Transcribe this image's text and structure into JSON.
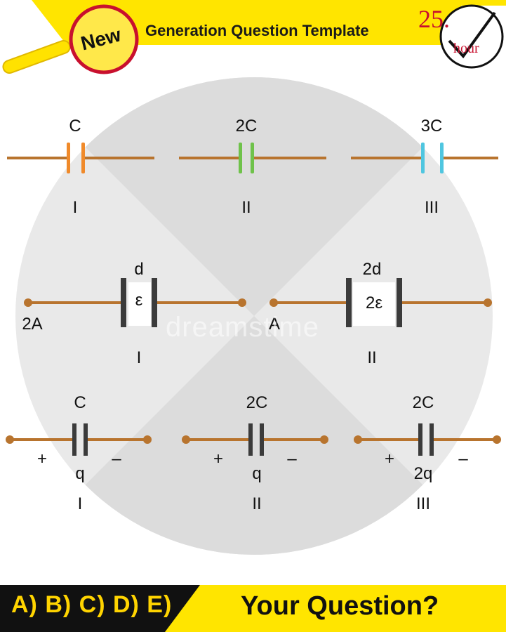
{
  "header": {
    "badge": "New",
    "title": "Generation Question Template",
    "timer_number": "25.",
    "timer_unit": "hour"
  },
  "row1": {
    "capacitances": [
      "C",
      "2C",
      "3C"
    ],
    "roman": [
      "I",
      "II",
      "III"
    ],
    "plate_colors": [
      "#f08a2a",
      "#6fc24a",
      "#4fc6e0"
    ]
  },
  "row2": {
    "left": {
      "gap_label": "d",
      "emf_label": "ε",
      "area_label": "2A",
      "roman": "I"
    },
    "right": {
      "gap_label": "2d",
      "emf_label": "2ε",
      "area_label": "A",
      "roman": "II"
    }
  },
  "row3": {
    "capacitances": [
      "C",
      "2C",
      "2C"
    ],
    "charges": [
      "q",
      "q",
      "2q"
    ],
    "roman": [
      "I",
      "II",
      "III"
    ],
    "plus": "+",
    "minus": "–"
  },
  "watermark": "dreamstime",
  "footer": {
    "answers": "A) B) C) D) E)",
    "question": "Your Question?"
  },
  "colors": {
    "banner_yellow": "#ffe500",
    "footer_dark": "#111111",
    "wire": "#b8742e",
    "timer_red": "#c8102e"
  }
}
